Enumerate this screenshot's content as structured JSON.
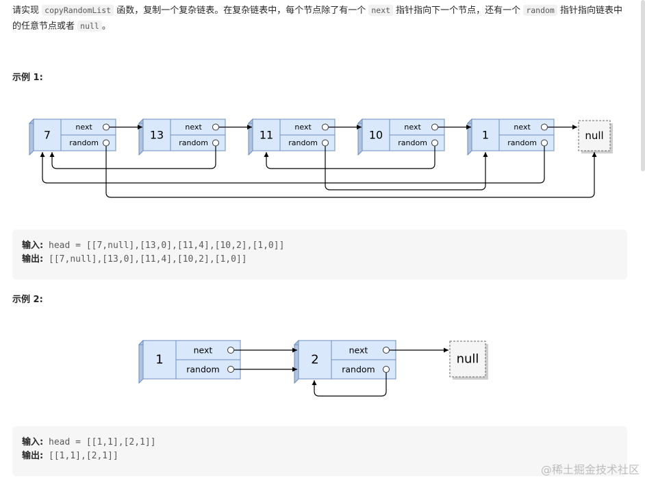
{
  "intro": {
    "p1": "请实现 ",
    "code1": "copyRandomList",
    "p2": " 函数，复制一个复杂链表。在复杂链表中，每个节点除了有一个 ",
    "code2": "next",
    "p3": " 指针指向下一个节点，还有一个 ",
    "code3": "random",
    "p4": " 指针指向链表中的任意节点或者 ",
    "code4": "null",
    "p5": "。"
  },
  "example1": {
    "title": "示例 1:",
    "nodes": [
      "7",
      "13",
      "11",
      "10",
      "1"
    ],
    "null_label": "null",
    "next_label": "next",
    "random_label": "random",
    "input_label": "输入:",
    "input_value": " head = [[7,null],[13,0],[11,4],[10,2],[1,0]]",
    "output_label": "输出:",
    "output_value": " [[7,null],[13,0],[11,4],[10,2],[1,0]]"
  },
  "example2": {
    "title": "示例 2:",
    "nodes": [
      "1",
      "2"
    ],
    "null_label": "null",
    "next_label": "next",
    "random_label": "random",
    "input_label": "输入:",
    "input_value": " head = [[1,1],[2,1]]",
    "output_label": "输出:",
    "output_value": " [[1,1],[2,1]]"
  },
  "watermark": "@稀土掘金技术社区",
  "colors": {
    "node_fill": "#dae8fc",
    "node_side": "#b0c4e0",
    "node_stroke": "#6c8ebf",
    "null_fill": "#f5f5f5",
    "null_stroke": "#666666",
    "code_bg": "#f6f6f6"
  }
}
